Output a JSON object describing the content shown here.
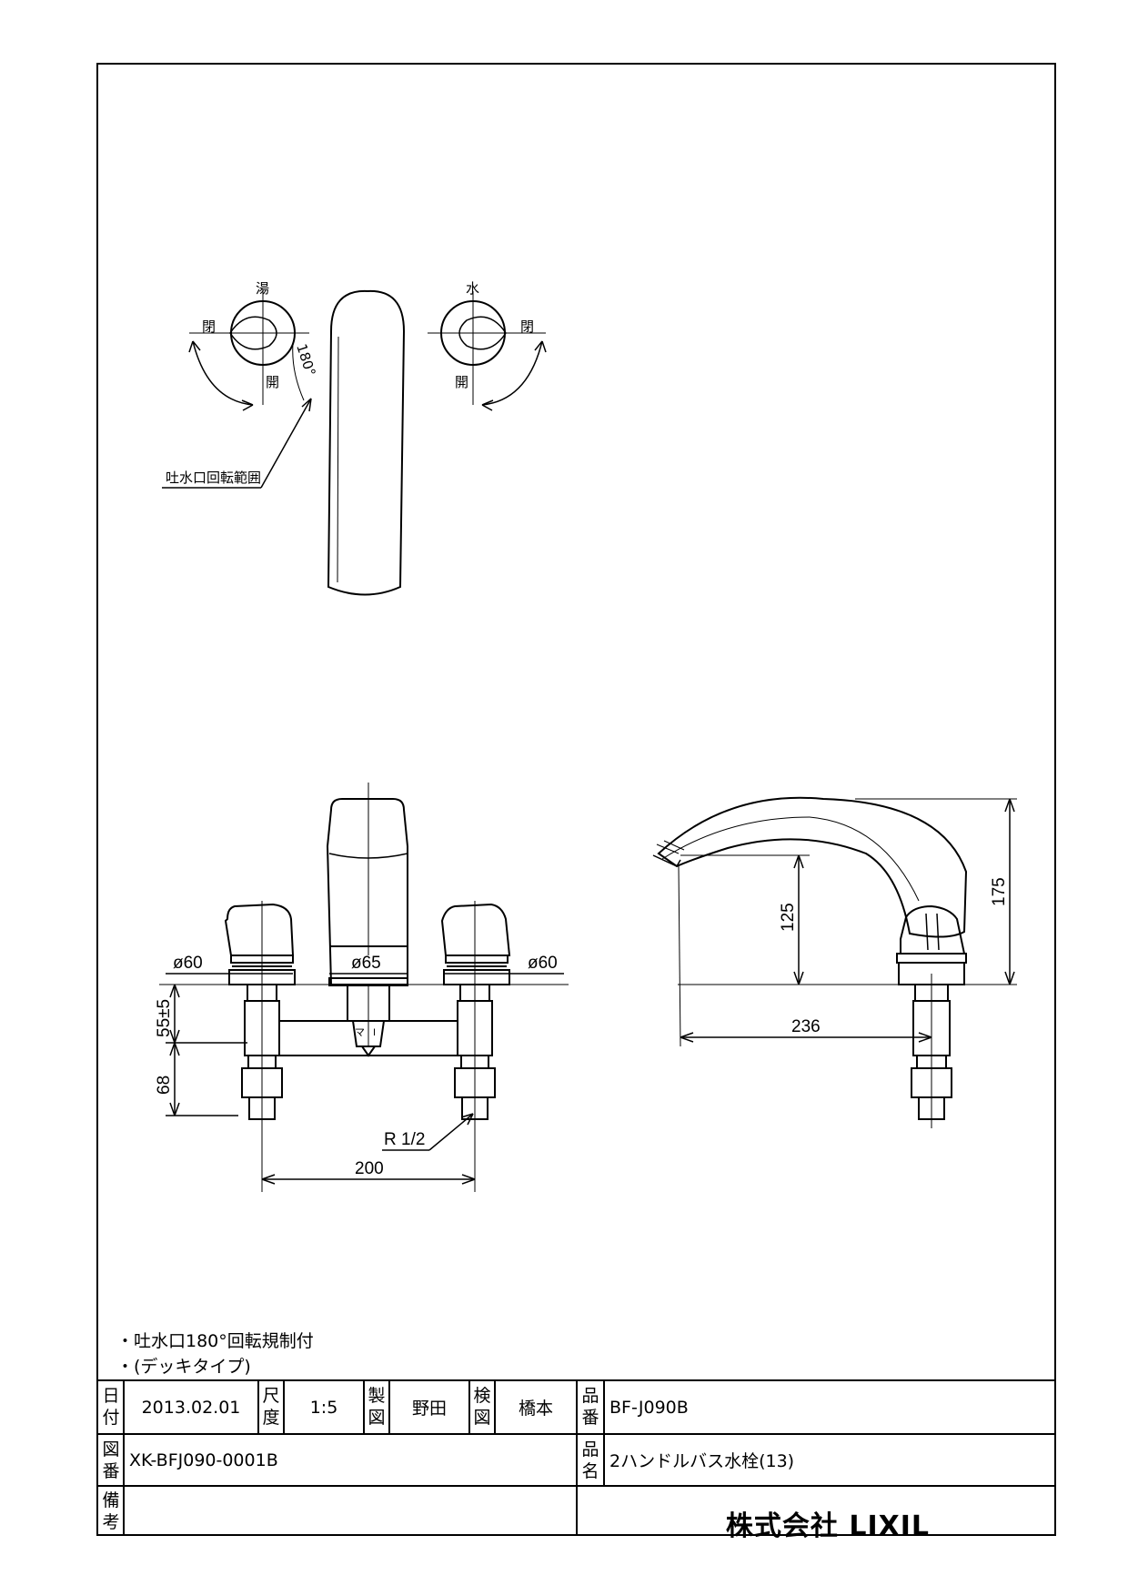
{
  "drawing": {
    "plan_view": {
      "hot_label": "湯",
      "cold_label": "水",
      "close_label": "閉",
      "open_label": "開",
      "angle_label": "180°",
      "spout_range_label": "吐水口回転範囲"
    },
    "front_view": {
      "dia_left": "ø60",
      "dia_center": "ø65",
      "dia_right": "ø60",
      "dim_height_1": "55±5",
      "dim_height_2": "68",
      "thread_label": "R 1/2",
      "dim_width": "200",
      "mark_hot": "マ",
      "mark_cold": "I"
    },
    "side_view": {
      "dim_spout_height": "125",
      "dim_total_height": "175",
      "dim_reach": "236"
    }
  },
  "notes": [
    "・吐水口180°回転規制付",
    "・(デッキタイプ)"
  ],
  "title_block": {
    "date_label": [
      "日",
      "付"
    ],
    "date_value": "2013.02.01",
    "scale_label": [
      "尺",
      "度"
    ],
    "scale_value": "1:5",
    "drawn_label": [
      "製",
      "図"
    ],
    "drawn_value": "野田",
    "checked_label": [
      "検",
      "図"
    ],
    "checked_value": "橋本",
    "part_no_label": [
      "品",
      "番"
    ],
    "part_no_value": "BF-J090B",
    "drawing_no_label": [
      "図",
      "番"
    ],
    "drawing_no_value": "XK-BFJ090-0001B",
    "part_name_label": [
      "品",
      "名"
    ],
    "part_name_value": "2ハンドルバス水栓(13)",
    "remarks_label": [
      "備",
      "考"
    ],
    "company": "株式会社 LIXIL"
  }
}
